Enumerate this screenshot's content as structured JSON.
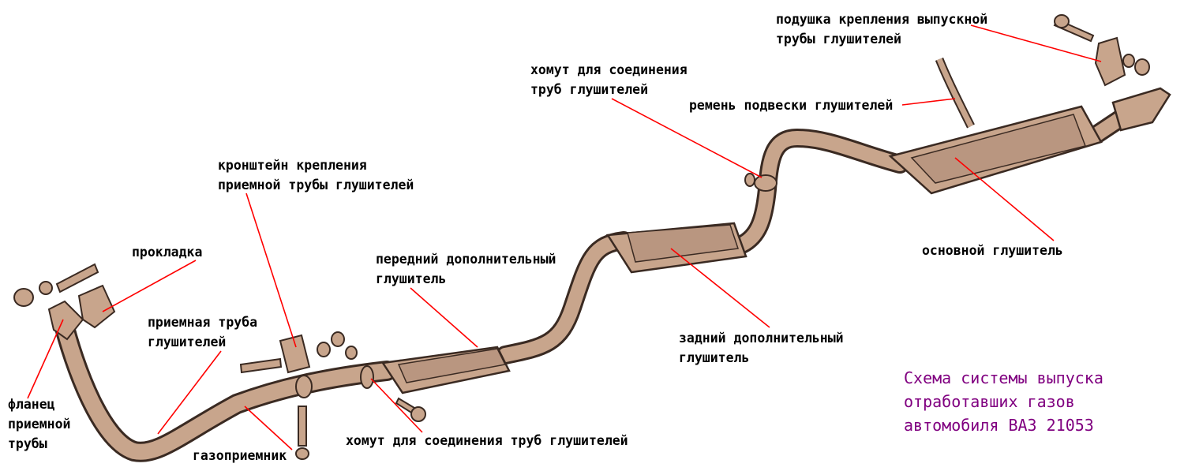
{
  "colors": {
    "pipe": "#c8a58c",
    "outline": "#3a2a22",
    "leader": "#ff0000",
    "title": "#800080"
  },
  "labels": {
    "exhaust_cushion": [
      "подушка крепления выпускной",
      "трубы глушителей"
    ],
    "clamp_upper": [
      "хомут для соединения",
      "труб глушителей"
    ],
    "hanger_strap": [
      "ремень подвески глушителей"
    ],
    "bracket": [
      "кронштейн крепления",
      "приемной трубы глушителей"
    ],
    "main_muffler": [
      "основной глушитель"
    ],
    "gasket": [
      "прокладка"
    ],
    "front_aux_muffler": [
      "передний дополнительный",
      "глушитель"
    ],
    "intake_pipe": [
      "приемная труба",
      "глушителей"
    ],
    "rear_aux_muffler": [
      "задний дополнительный",
      "глушитель"
    ],
    "flange": [
      "фланец",
      "приемной",
      "трубы"
    ],
    "gas_receiver": [
      "газоприемник"
    ],
    "clamp_lower": [
      "хомут для соединения труб глушителей"
    ]
  },
  "title": [
    "Схема системы выпуска",
    "отработавших газов",
    "автомобиля ВАЗ 21053"
  ]
}
